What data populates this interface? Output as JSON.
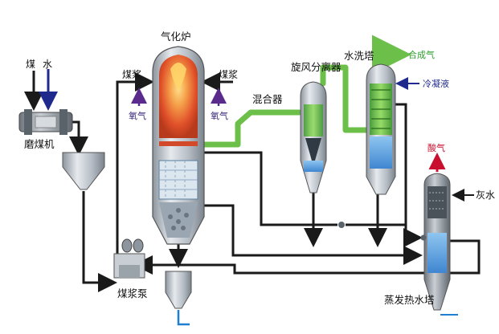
{
  "labels": {
    "coal": "煤",
    "water": "水",
    "grinder": "磨煤机",
    "slurry_pump": "煤浆泵",
    "gasifier": "气化炉",
    "slurry_left": "煤浆",
    "slurry_right": "煤浆",
    "oxygen_left": "氧气",
    "oxygen_right": "氧气",
    "mixer": "混合器",
    "cyclone": "旋风分离器",
    "scrubber": "水洗塔",
    "syngas": "合成气",
    "condensate": "冷凝液",
    "acid_gas": "酸气",
    "ash_water": "灰水",
    "evaporator": "蒸发热水塔"
  },
  "colors": {
    "pipe_dark": "#1a1a1a",
    "gas_green": "#6cc04a",
    "water_blue": "#1f2b8c",
    "oxygen_purple": "#5a2a8c",
    "acid_red": "#c8102e",
    "flame": "#e8622a",
    "liquid": "#5aa0e0",
    "vessel": "#b8c0c8"
  },
  "icons": {
    "grinder": "grinder-icon",
    "hopper": "hopper-icon",
    "pump": "pump-icon",
    "gasifier": "gasifier-icon",
    "cyclone": "cyclone-icon",
    "scrubber": "scrubber-icon",
    "evaporator": "evaporator-icon",
    "slag_tank": "slag-tank-icon"
  }
}
